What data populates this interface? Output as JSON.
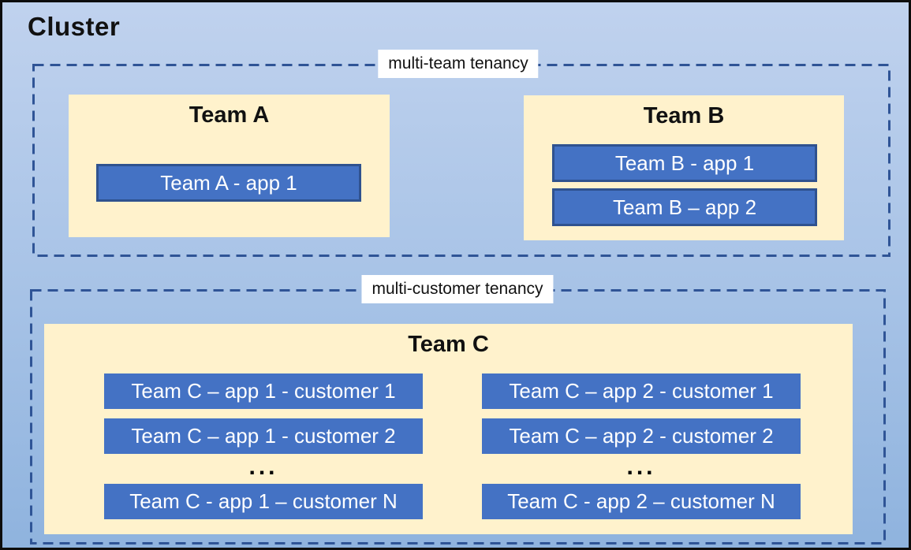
{
  "title": "Cluster",
  "colors": {
    "background_top": "#c0d2ee",
    "background_bottom": "#8fb3de",
    "team_box_fill": "#fff2cc",
    "app_fill": "#4472c4",
    "app_border": "#2f528f",
    "dashed_border": "#2f5496",
    "outer_border": "#0d0d0d",
    "app_text": "#ffffff",
    "label_background": "#ffffff"
  },
  "groups": {
    "multi_team": {
      "label": "multi-team tenancy",
      "team_a": {
        "name": "Team A",
        "apps": [
          "Team A - app 1"
        ]
      },
      "team_b": {
        "name": "Team B",
        "apps": [
          "Team B - app 1",
          "Team B – app 2"
        ]
      }
    },
    "multi_customer": {
      "label": "multi-customer tenancy",
      "team_c": {
        "name": "Team C",
        "ellipsis": "...",
        "col1": [
          "Team C – app 1 - customer 1",
          "Team C – app 1 - customer 2",
          "Team C - app 1 – customer N"
        ],
        "col2": [
          "Team C – app 2 - customer 1",
          "Team C – app 2 - customer 2",
          "Team C - app 2 – customer N"
        ]
      }
    }
  }
}
